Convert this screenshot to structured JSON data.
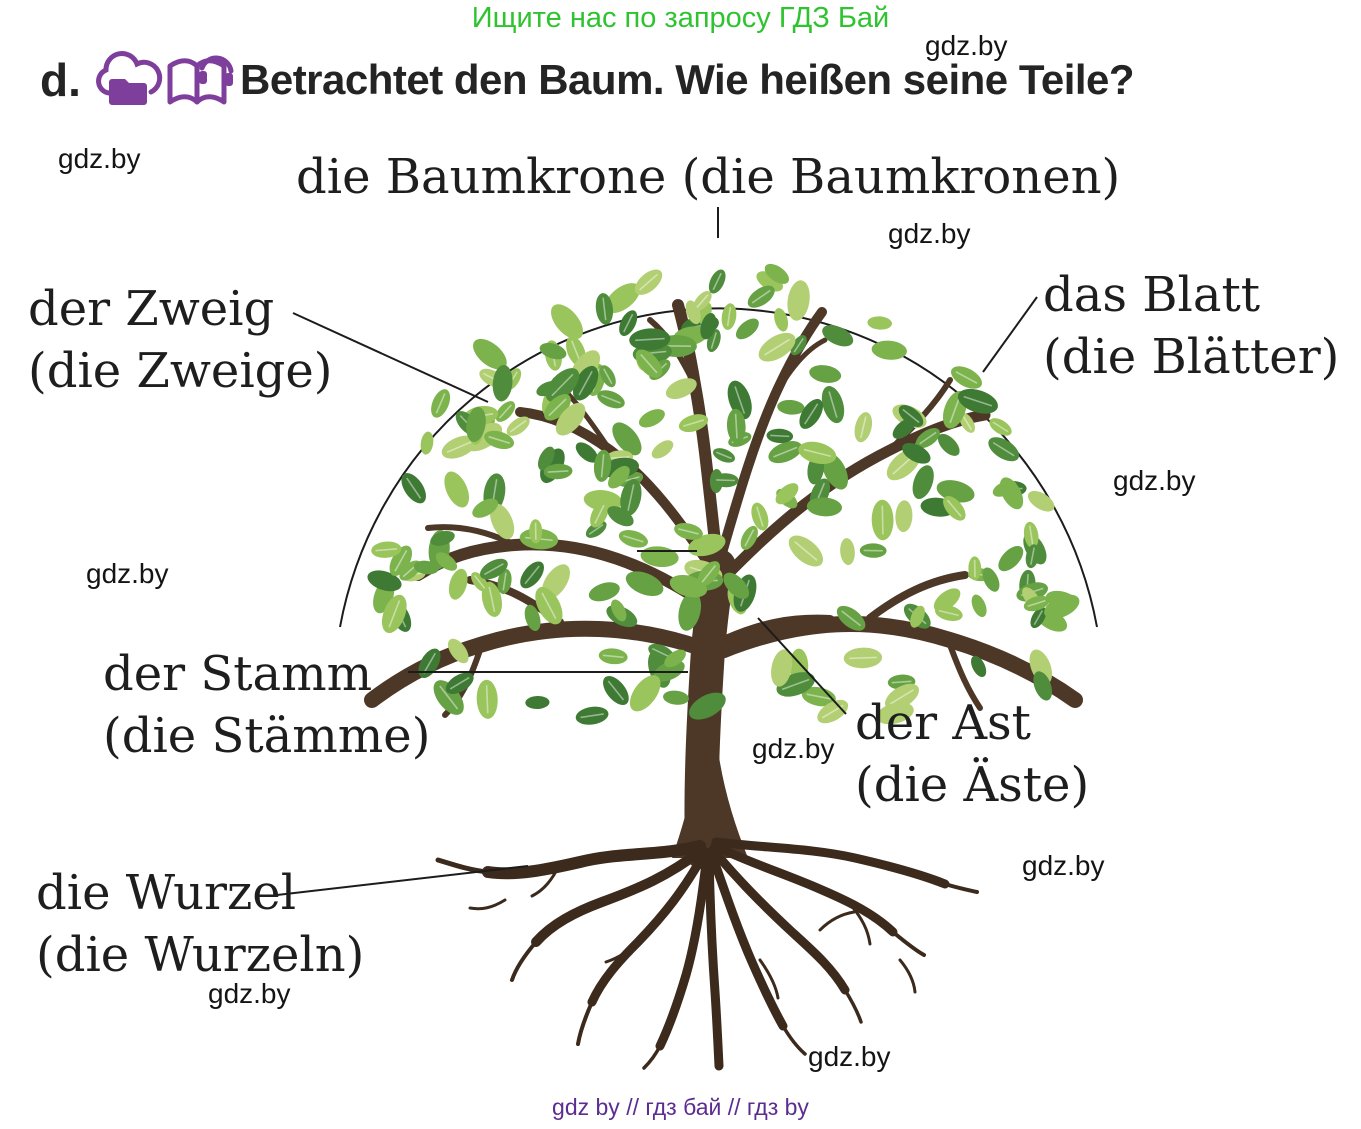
{
  "page": {
    "promo": "Ищите нас по запросу ГДЗ Бай",
    "watermark": "gdz.by",
    "footer": "gdz by  //  гдз бай  //  гдз by"
  },
  "task": {
    "letter": "d.",
    "icons": [
      "cloud-folder-icon",
      "audio-book-icon"
    ],
    "question": "Betrachtet den Baum. Wie heißen seine Teile?"
  },
  "diagram": {
    "labels": {
      "baumkrone": "die Baumkrone (die Baumkronen)",
      "zweig_1": "der Zweig",
      "zweig_2": "(die Zweige)",
      "blatt_1": "das Blatt",
      "blatt_2": "(die Blätter)",
      "stamm_1": "der Stamm",
      "stamm_2": "(die Stämme)",
      "ast_1": "der Ast",
      "ast_2": "(die Äste)",
      "wurzel_1": "die Wurzel",
      "wurzel_2": "(die Wurzeln)"
    }
  },
  "colors": {
    "promo_green": "#2fc42f",
    "accent_purple": "#7e3f9c",
    "footer_purple": "#5c2d91",
    "wood_brown": "#4d3827",
    "root_brown": "#3c2a1c",
    "leaf_greens": [
      "#b3cf73",
      "#9ac45c",
      "#7db34d",
      "#66a144",
      "#4f8c3b",
      "#3e7a33"
    ]
  }
}
